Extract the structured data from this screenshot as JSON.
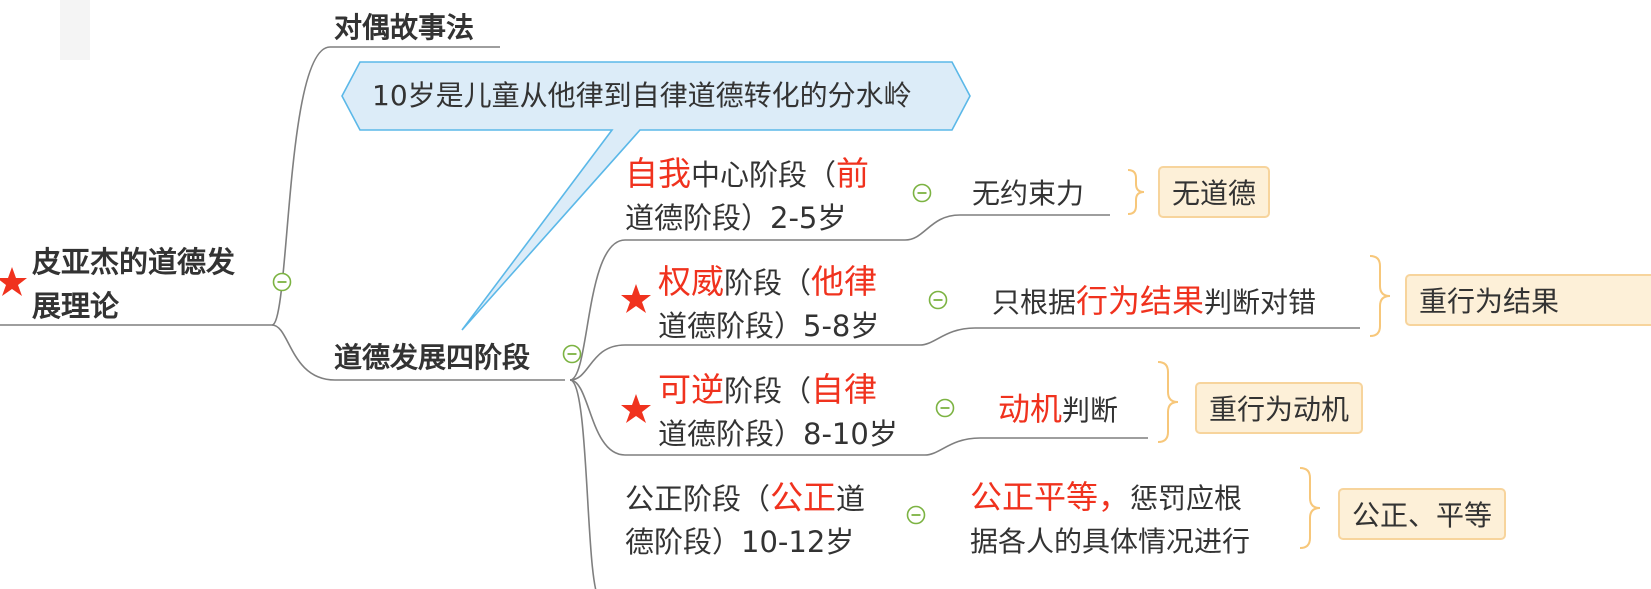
{
  "colors": {
    "accent_red": "#f0321e",
    "line_gray": "#7f7f7f",
    "callout_fill": "#dcecf8",
    "callout_border": "#5bb8e8",
    "box_fill": "#fdf0d8",
    "box_border": "#f7d49c",
    "collapse_green": "#7cb342"
  },
  "root": {
    "line1": "皮亚杰的道德发",
    "line2": "展理论",
    "icon": "star-icon"
  },
  "branch1": {
    "label": "对偶故事法"
  },
  "branch2": {
    "label": "道德发展四阶段"
  },
  "callout": {
    "text": "10岁是儿童从他律到自律道德转化的分水岭"
  },
  "stages": [
    {
      "hl1": "自我",
      "t1": "中心阶段（",
      "hl2": "前",
      "line2": "道德阶段）2-5岁",
      "starred": false,
      "desc_hl": "",
      "desc": "无约束力",
      "result": "无道德"
    },
    {
      "hl1": "权威",
      "t1": "阶段（",
      "hl2": "他律",
      "line2": "道德阶段）5-8岁",
      "starred": true,
      "desc_pre": "只根据",
      "desc_hl": "行为结果",
      "desc": "判断对错",
      "result": "重行为结果"
    },
    {
      "hl1": "可逆",
      "t1": "阶段（",
      "hl2": "自律",
      "line2": "道德阶段）8-10岁",
      "starred": true,
      "desc_hl": "动机",
      "desc": "判断",
      "result": "重行为动机"
    },
    {
      "t0": "公正阶段（",
      "hl1": "公正",
      "t1": "道",
      "line2": "德阶段）10-12岁",
      "starred": false,
      "desc_hl": "公正平等，",
      "desc": "惩罚应根",
      "desc_line2": "据各人的具体情况进行",
      "result": "公正、平等"
    }
  ]
}
